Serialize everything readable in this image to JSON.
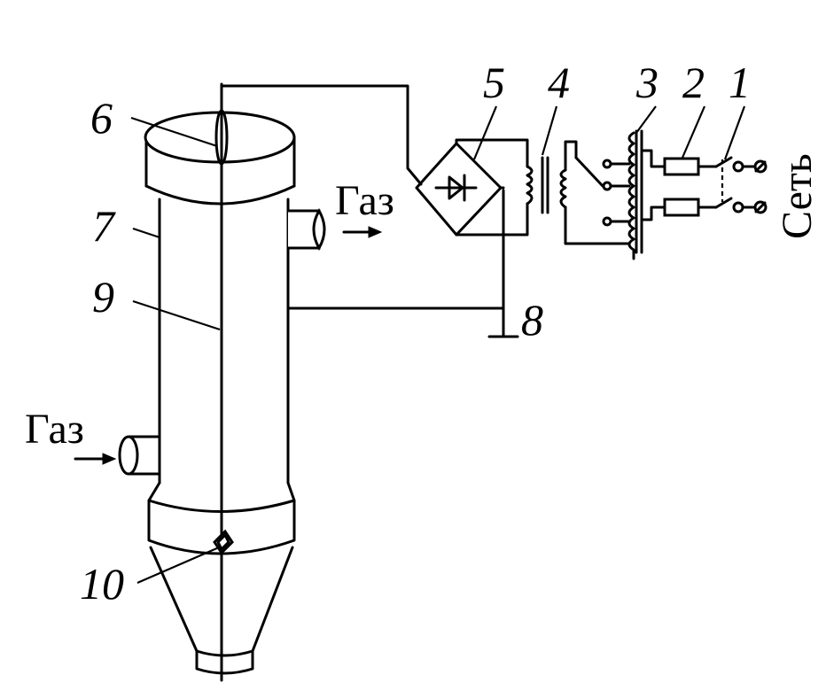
{
  "gas_in": "Газ",
  "gas_out": "Газ",
  "mains": "Сеть",
  "labels": {
    "n1": "1",
    "n2": "2",
    "n3": "3",
    "n4": "4",
    "n5": "5",
    "n6": "6",
    "n7": "7",
    "n8": "8",
    "n9": "9",
    "n10": "10"
  }
}
